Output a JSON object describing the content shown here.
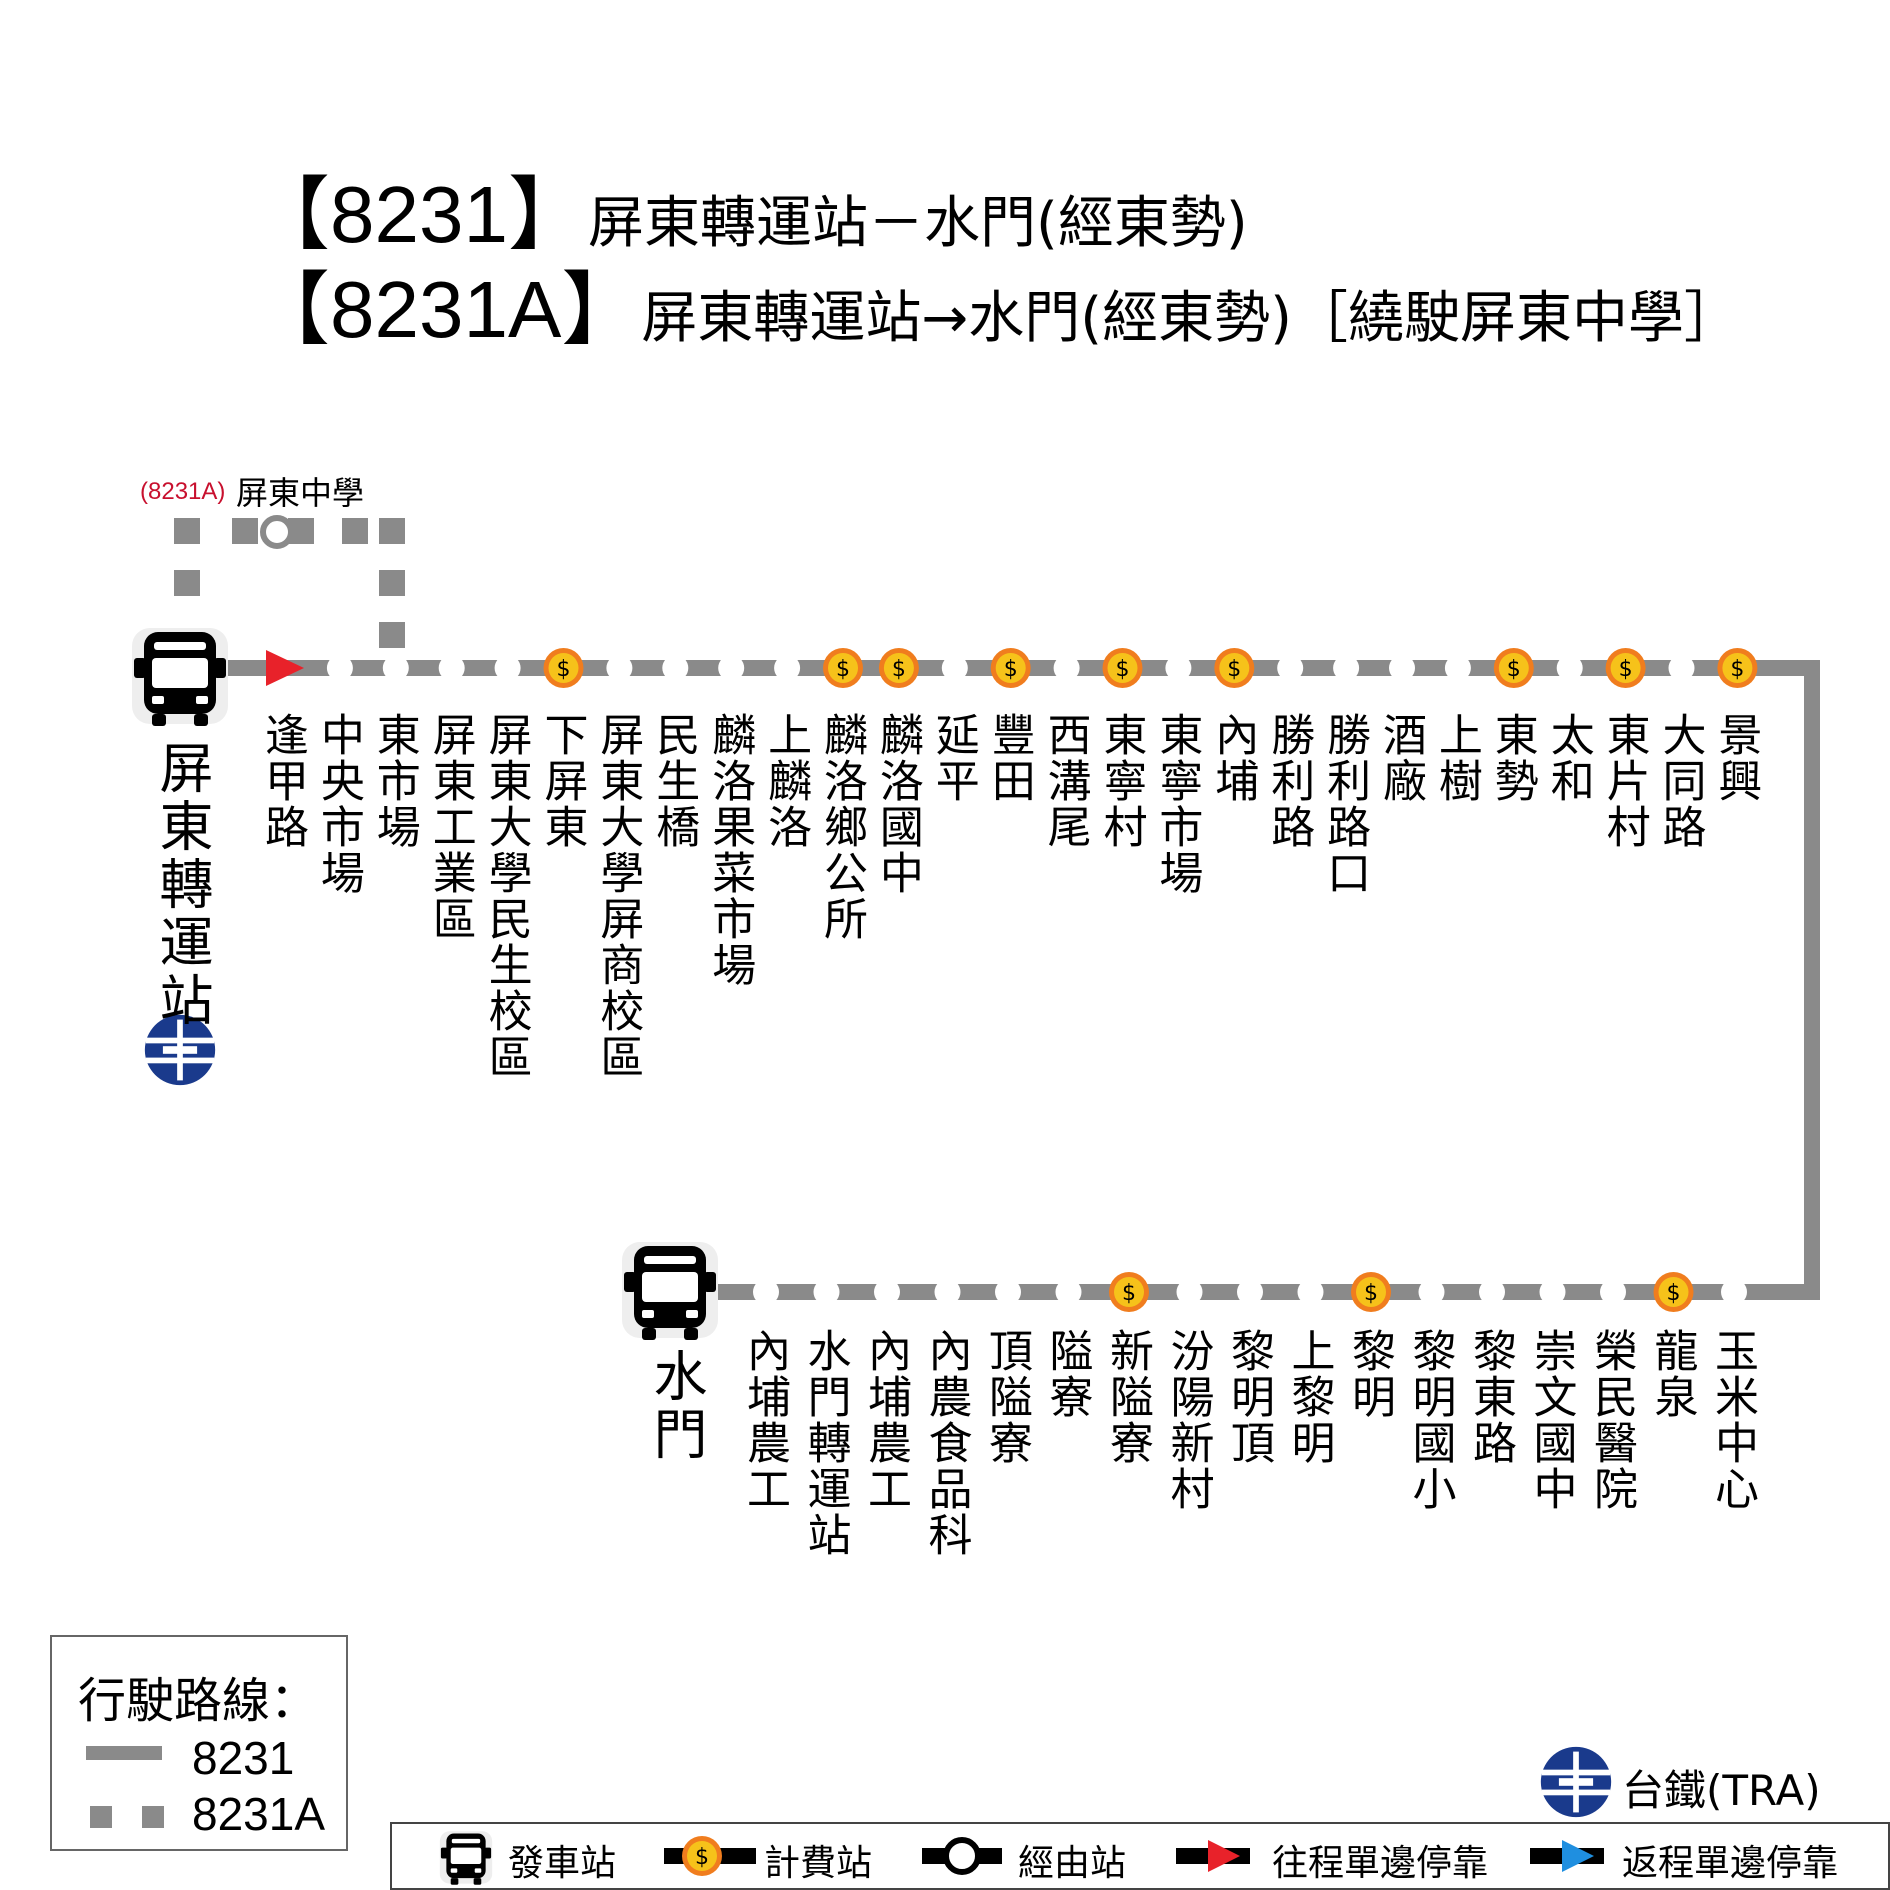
{
  "titles": {
    "line1": {
      "num": "8231",
      "text": "屏東轉運站－水門(經東勢)"
    },
    "line2": {
      "num": "8231A",
      "text": "屏東轉運站→水門(經東勢)［繞駛屏東中學］"
    },
    "open_bracket": "【",
    "close_bracket": "】"
  },
  "branch": {
    "route_tag": "(8231A)",
    "stop": "屏東中學"
  },
  "terminals": {
    "start": "屏東轉運站",
    "end": "水門"
  },
  "top_row": [
    {
      "name": "逢甲路",
      "type": "arrow"
    },
    {
      "name": "中央市場",
      "type": "stop"
    },
    {
      "name": "東市場",
      "type": "stop"
    },
    {
      "name": "屏東工業區",
      "type": "stop"
    },
    {
      "name": "屏東大學民生校區",
      "type": "stop"
    },
    {
      "name": "下屏東",
      "type": "fare"
    },
    {
      "name": "屏東大學屏商校區",
      "type": "stop"
    },
    {
      "name": "民生橋",
      "type": "stop"
    },
    {
      "name": "麟洛果菜市場",
      "type": "stop"
    },
    {
      "name": "上麟洛",
      "type": "stop"
    },
    {
      "name": "麟洛鄉公所",
      "type": "fare"
    },
    {
      "name": "麟洛國中",
      "type": "fare"
    },
    {
      "name": "延平",
      "type": "stop"
    },
    {
      "name": "豐田",
      "type": "fare"
    },
    {
      "name": "西溝尾",
      "type": "stop"
    },
    {
      "name": "東寧村",
      "type": "fare"
    },
    {
      "name": "東寧市場",
      "type": "stop"
    },
    {
      "name": "內埔",
      "type": "fare"
    },
    {
      "name": "勝利路",
      "type": "stop"
    },
    {
      "name": "勝利路口",
      "type": "stop"
    },
    {
      "name": "酒廠",
      "type": "stop"
    },
    {
      "name": "上樹",
      "type": "stop"
    },
    {
      "name": "東勢",
      "type": "fare"
    },
    {
      "name": "太和",
      "type": "stop"
    },
    {
      "name": "東片村",
      "type": "fare"
    },
    {
      "name": "大同路",
      "type": "stop"
    },
    {
      "name": "景興",
      "type": "fare"
    }
  ],
  "bottom_row": [
    {
      "name": "內埔農工",
      "type": "stop"
    },
    {
      "name": "水門轉運站",
      "type": "stop"
    },
    {
      "name": "內埔農工",
      "type": "stop"
    },
    {
      "name": "內農食品科",
      "type": "stop"
    },
    {
      "name": "頂隘寮",
      "type": "stop"
    },
    {
      "name": "隘寮",
      "type": "stop"
    },
    {
      "name": "新隘寮",
      "type": "fare"
    },
    {
      "name": "汾陽新村",
      "type": "stop"
    },
    {
      "name": "黎明頂",
      "type": "stop"
    },
    {
      "name": "上黎明",
      "type": "stop"
    },
    {
      "name": "黎明",
      "type": "fare"
    },
    {
      "name": "黎明國小",
      "type": "stop"
    },
    {
      "name": "黎東路",
      "type": "stop"
    },
    {
      "name": "崇文國中",
      "type": "stop"
    },
    {
      "name": "榮民醫院",
      "type": "stop"
    },
    {
      "name": "龍泉",
      "type": "fare"
    },
    {
      "name": "玉米中心",
      "type": "stop"
    }
  ],
  "legend": {
    "title": "行駛路線：",
    "solid_label": "8231",
    "dashed_label": "8231A"
  },
  "tra": {
    "label": "台鐵(TRA)"
  },
  "key": {
    "terminal": "發車站",
    "fare": "計費站",
    "stop": "經由站",
    "outbound": "往程單邊停靠",
    "return": "返程單邊停靠"
  },
  "colors": {
    "route": "#8a8a8a",
    "fare_gold": "#f6c21a",
    "fare_ring": "#f07d1e",
    "outbound_arrow": "#e8222a",
    "return_arrow": "#1f8fe0",
    "tra_blue": "#1a3a8c"
  },
  "icons": {
    "fare": "dollar-icon",
    "terminal": "bus-icon",
    "tra": "tra-logo-icon"
  }
}
